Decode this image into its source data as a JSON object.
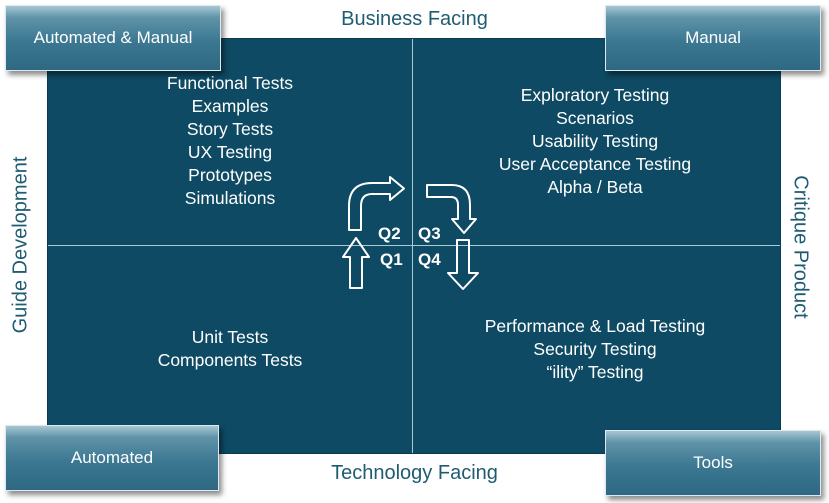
{
  "axes": {
    "top": "Business Facing",
    "bottom": "Technology Facing",
    "left": "Guide Development",
    "right": "Critique Product"
  },
  "corners": {
    "top_left": "Automated & Manual",
    "top_right": "Manual",
    "bottom_left": "Automated",
    "bottom_right": "Tools"
  },
  "quadrants": {
    "q2": {
      "label": "Q2",
      "items": [
        "Functional Tests",
        "Examples",
        "Story Tests",
        "UX Testing",
        "Prototypes",
        "Simulations"
      ]
    },
    "q3": {
      "label": "Q3",
      "items": [
        "Exploratory Testing",
        "Scenarios",
        "Usability Testing",
        "User Acceptance Testing",
        "Alpha / Beta"
      ]
    },
    "q1": {
      "label": "Q1",
      "items": [
        "Unit Tests",
        "Components Tests"
      ]
    },
    "q4": {
      "label": "Q4",
      "items": [
        "Performance & Load Testing",
        "Security Testing",
        "“ility” Testing"
      ]
    }
  },
  "colors": {
    "grid_background": "#0e4a63",
    "axis_text": "#1f5c73",
    "corner_box": "#3c7892",
    "text": "#ffffff"
  }
}
